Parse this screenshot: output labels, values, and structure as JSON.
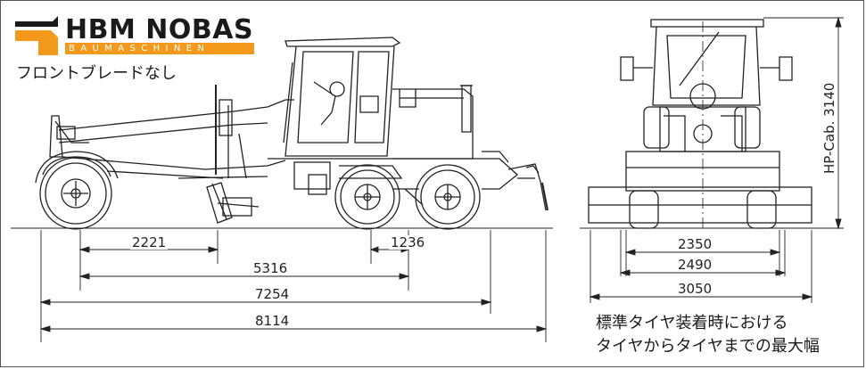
{
  "brand": {
    "name": "HBM NOBAS",
    "sub": "BAUMASCHINEN",
    "colors": {
      "orange": "#f39a1c",
      "dark": "#1a1a1a"
    }
  },
  "subtitle": "フロントブレードなし",
  "side_view": {
    "dims": {
      "d2221": "2221",
      "d1236": "1236",
      "d5316": "5316",
      "d7254": "7254",
      "d8114": "8114"
    }
  },
  "front_view": {
    "height_label": "HP-Cab. 3140",
    "dims": {
      "d2350": "2350",
      "d2490": "2490",
      "d3050": "3050"
    }
  },
  "caption": {
    "line1": "標準タイヤ装着時における",
    "line2": "タイヤからタイヤまでの最大幅"
  }
}
